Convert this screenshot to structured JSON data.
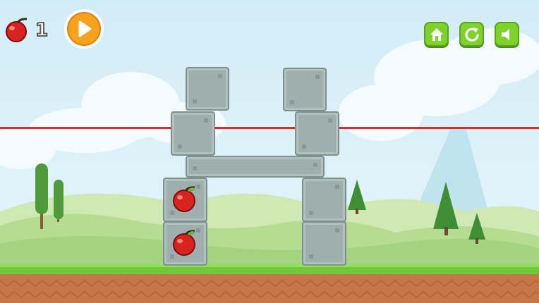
{
  "hud": {
    "apple_count": "1",
    "play_button": "play",
    "home_button": "home",
    "restart_button": "restart",
    "sound_button": "sound"
  },
  "icons": {
    "apple": "apple-icon",
    "play": "play-icon",
    "home": "home-icon",
    "restart": "restart-icon",
    "sound": "speaker-icon"
  },
  "colors": {
    "sky": "#d9eff7",
    "laser_line": "#e02a2a",
    "grass": "#6fc93b",
    "dirt": "#c7764a",
    "block": "#9fb0ac",
    "hud_green": "#7fd12b",
    "play_orange": "#f6a21d",
    "apple_red": "#d8231f"
  },
  "level": {
    "apples_on_blocks": 2
  }
}
